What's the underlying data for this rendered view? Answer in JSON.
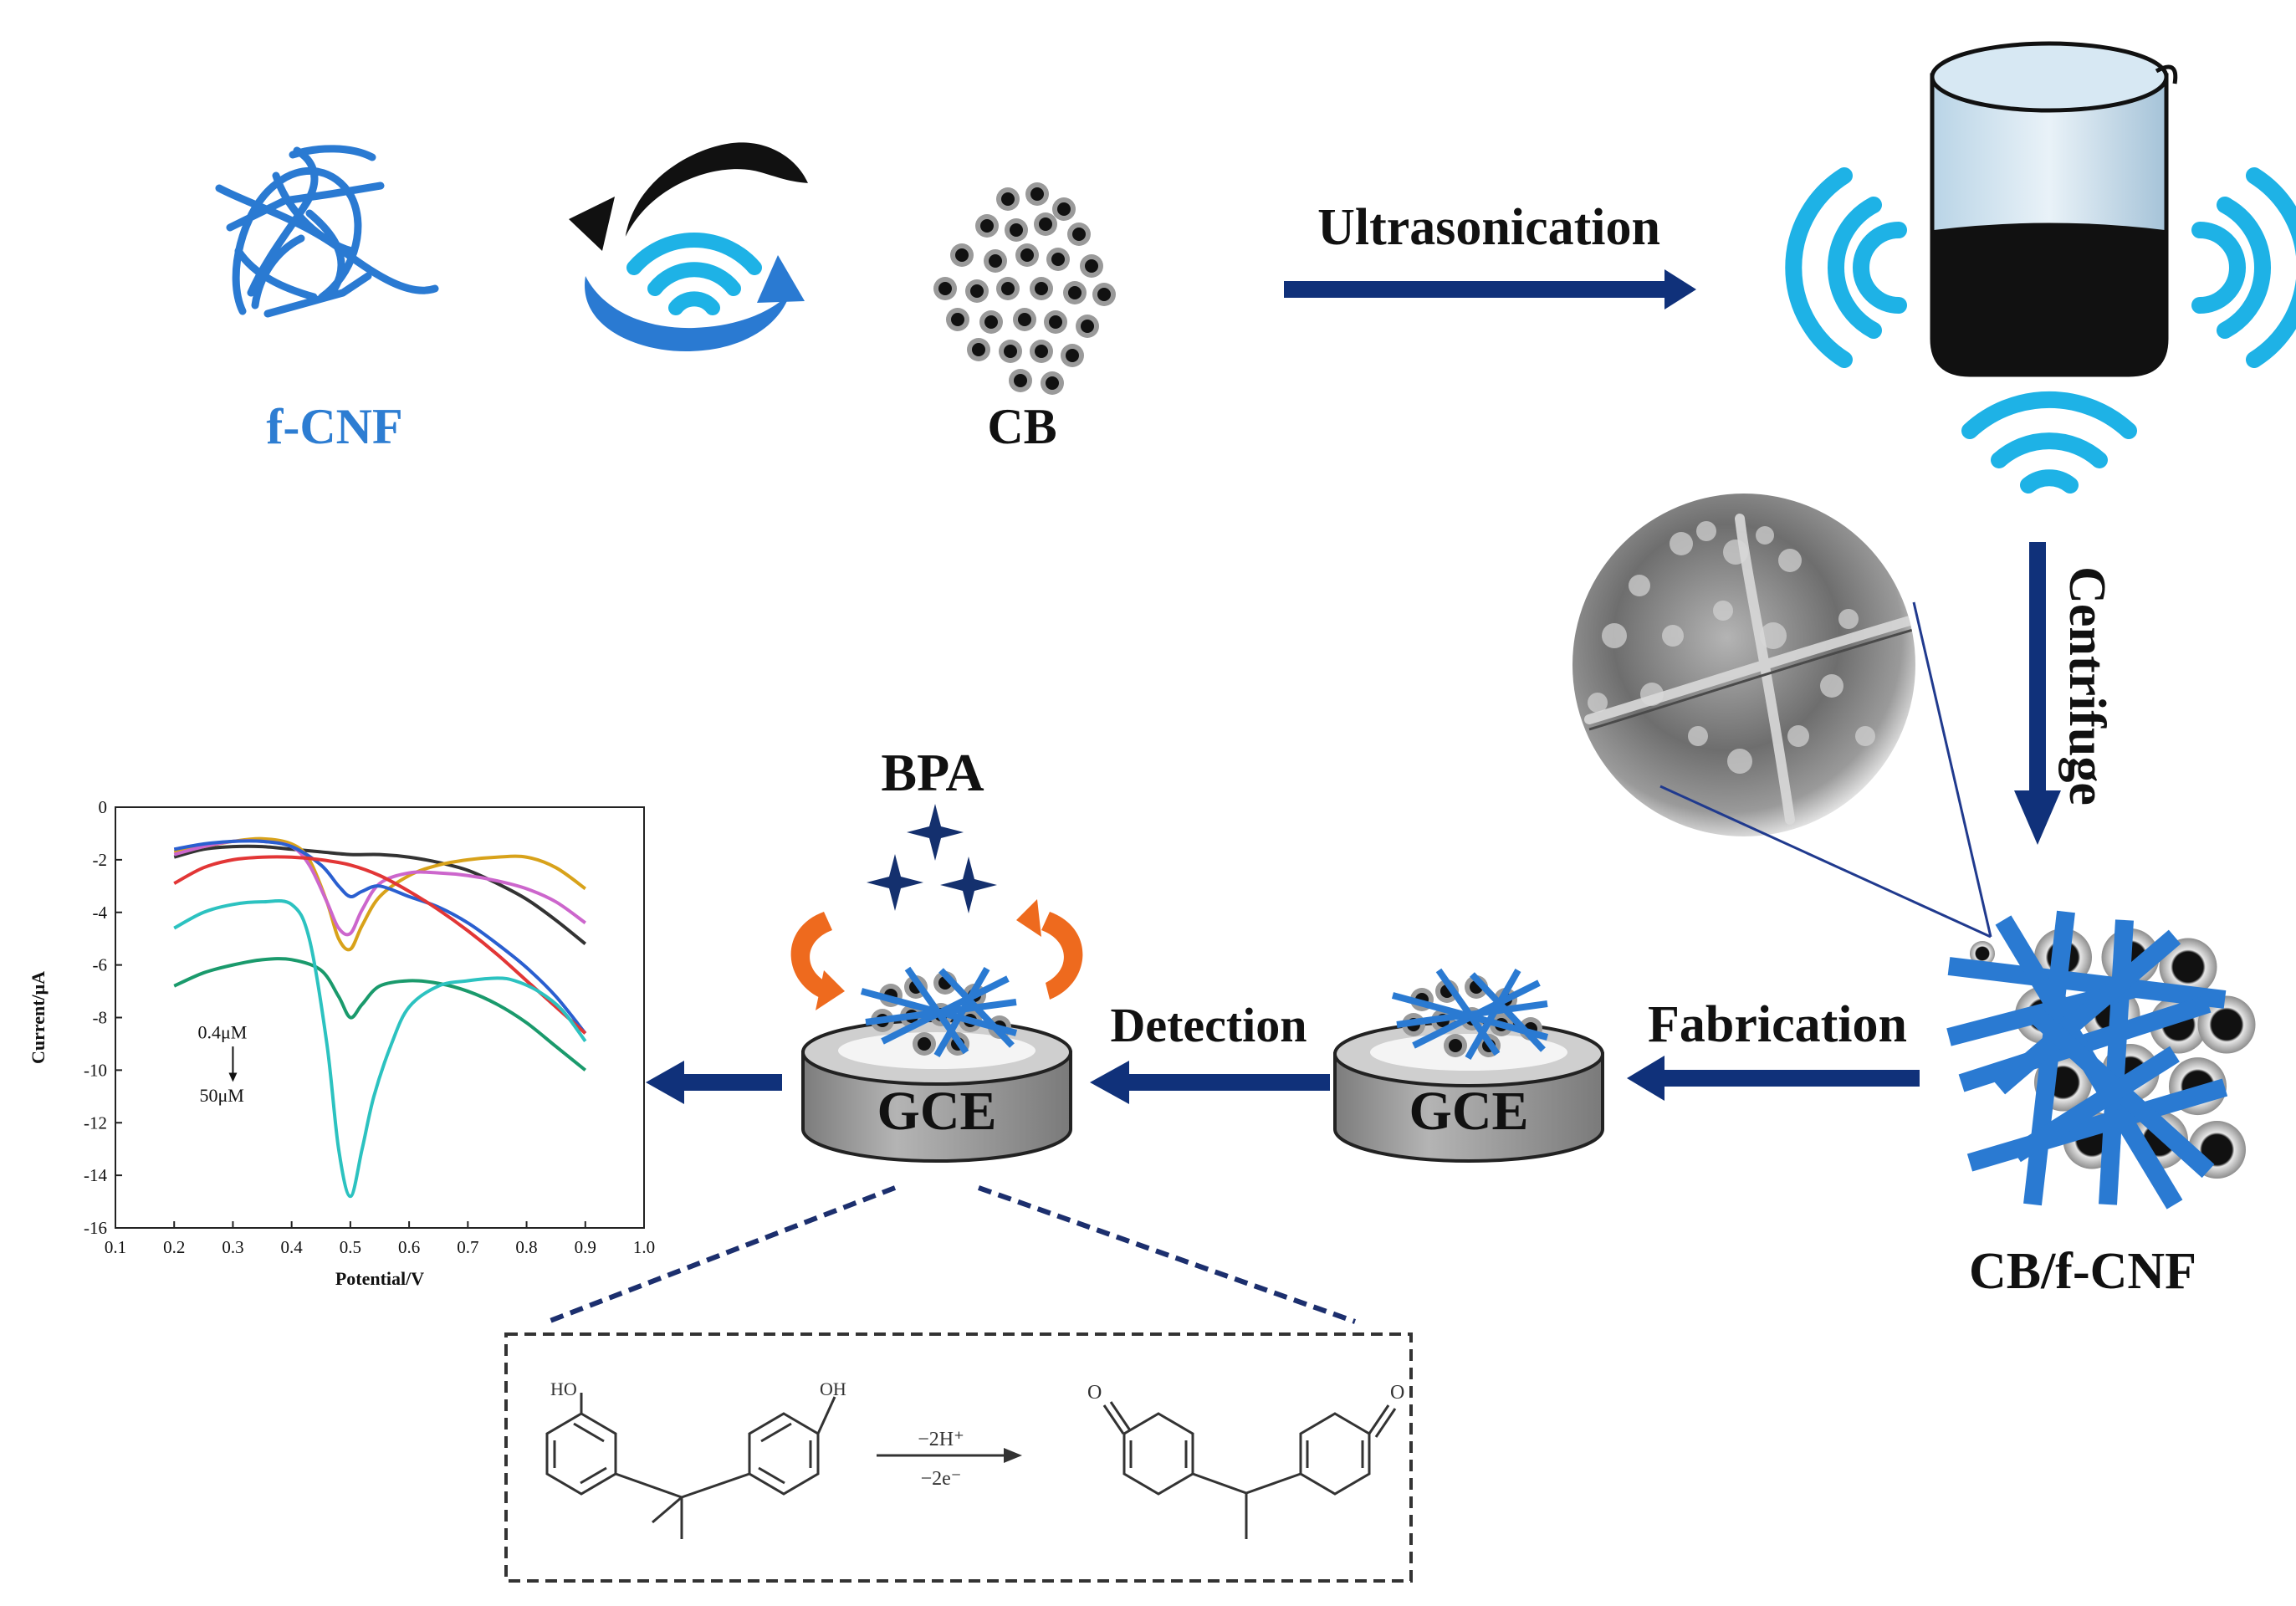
{
  "labels": {
    "fcnf": "f-CNF",
    "cb": "CB",
    "ultrasonication": "Ultrasonication",
    "centrifuge": "Centrifuge",
    "composite": "CB/f-CNF",
    "fabrication": "Fabrication",
    "detection": "Detection",
    "gce": "GCE",
    "bpa": "BPA"
  },
  "reaction": {
    "oh_left": "HO",
    "oh_right": "OH",
    "over_arrow": "−2H⁺",
    "under_arrow": "−2e⁻",
    "ketone": "O"
  },
  "colors": {
    "fiber_blue": "#2a7ad2",
    "label_blue": "#2d7dd2",
    "arrow_navy": "#10317a",
    "wave_cyan": "#1eb2e6",
    "orange": "#ee6a1e",
    "star_navy": "#14306e",
    "gce_gray": "#9b9b9b"
  },
  "chart_data": {
    "type": "line",
    "xlabel": "Potential/V",
    "ylabel": "Current/μA",
    "xlim": [
      0.1,
      1.0
    ],
    "ylim": [
      -16,
      0
    ],
    "xticks": [
      0.1,
      0.2,
      0.3,
      0.4,
      0.5,
      0.6,
      0.7,
      0.8,
      0.9,
      1.0
    ],
    "yticks": [
      0,
      -2,
      -4,
      -6,
      -8,
      -10,
      -12,
      -14,
      -16
    ],
    "annotation_top": "0.4μM",
    "annotation_bottom": "50μM",
    "series": [
      {
        "color": "#333333",
        "x": [
          0.2,
          0.25,
          0.3,
          0.35,
          0.4,
          0.45,
          0.5,
          0.55,
          0.6,
          0.65,
          0.7,
          0.75,
          0.8,
          0.85,
          0.9
        ],
        "y": [
          -1.9,
          -1.6,
          -1.5,
          -1.5,
          -1.6,
          -1.7,
          -1.8,
          -1.8,
          -1.9,
          -2.1,
          -2.4,
          -2.9,
          -3.5,
          -4.3,
          -5.2
        ]
      },
      {
        "color": "#d8a21a",
        "x": [
          0.2,
          0.25,
          0.3,
          0.35,
          0.4,
          0.43,
          0.46,
          0.48,
          0.5,
          0.52,
          0.55,
          0.6,
          0.65,
          0.7,
          0.75,
          0.8,
          0.85,
          0.9
        ],
        "y": [
          -1.7,
          -1.5,
          -1.3,
          -1.2,
          -1.4,
          -2.0,
          -3.6,
          -5.0,
          -5.4,
          -4.5,
          -3.4,
          -2.6,
          -2.2,
          -2.0,
          -1.9,
          -1.9,
          -2.3,
          -3.1
        ]
      },
      {
        "color": "#cc66cc",
        "x": [
          0.2,
          0.25,
          0.3,
          0.35,
          0.4,
          0.43,
          0.46,
          0.48,
          0.5,
          0.52,
          0.55,
          0.6,
          0.65,
          0.7,
          0.75,
          0.8,
          0.85,
          0.9
        ],
        "y": [
          -1.8,
          -1.5,
          -1.3,
          -1.3,
          -1.5,
          -2.2,
          -3.6,
          -4.6,
          -4.8,
          -3.9,
          -2.9,
          -2.5,
          -2.5,
          -2.6,
          -2.8,
          -3.1,
          -3.6,
          -4.4
        ]
      },
      {
        "color": "#2a5fd0",
        "x": [
          0.2,
          0.25,
          0.3,
          0.35,
          0.4,
          0.45,
          0.48,
          0.5,
          0.52,
          0.55,
          0.6,
          0.65,
          0.7,
          0.75,
          0.8,
          0.85,
          0.9
        ],
        "y": [
          -1.6,
          -1.4,
          -1.3,
          -1.3,
          -1.5,
          -2.2,
          -3.0,
          -3.4,
          -3.2,
          -3.0,
          -3.4,
          -3.8,
          -4.4,
          -5.2,
          -6.1,
          -7.2,
          -8.6
        ]
      },
      {
        "color": "#e23636",
        "x": [
          0.2,
          0.25,
          0.3,
          0.35,
          0.4,
          0.45,
          0.5,
          0.55,
          0.6,
          0.65,
          0.7,
          0.75,
          0.8,
          0.85,
          0.9
        ],
        "y": [
          -2.9,
          -2.3,
          -2.0,
          -1.9,
          -1.9,
          -2.0,
          -2.2,
          -2.6,
          -3.2,
          -3.9,
          -4.7,
          -5.6,
          -6.6,
          -7.6,
          -8.6
        ]
      },
      {
        "color": "#1a9a6c",
        "x": [
          0.2,
          0.25,
          0.3,
          0.35,
          0.4,
          0.45,
          0.48,
          0.5,
          0.52,
          0.55,
          0.6,
          0.65,
          0.7,
          0.75,
          0.8,
          0.85,
          0.9
        ],
        "y": [
          -6.8,
          -6.3,
          -6.0,
          -5.8,
          -5.8,
          -6.2,
          -7.2,
          -8.0,
          -7.5,
          -6.8,
          -6.6,
          -6.7,
          -7.0,
          -7.5,
          -8.2,
          -9.1,
          -10.0
        ]
      },
      {
        "color": "#2cc2c0",
        "x": [
          0.2,
          0.25,
          0.3,
          0.35,
          0.4,
          0.43,
          0.46,
          0.48,
          0.5,
          0.52,
          0.54,
          0.57,
          0.6,
          0.65,
          0.7,
          0.75,
          0.78,
          0.82,
          0.86,
          0.9
        ],
        "y": [
          -4.6,
          -4.0,
          -3.7,
          -3.6,
          -3.7,
          -5.0,
          -9.0,
          -13.0,
          -14.8,
          -13.0,
          -11.0,
          -9.0,
          -7.6,
          -6.8,
          -6.6,
          -6.5,
          -6.6,
          -7.0,
          -7.7,
          -8.9
        ]
      }
    ]
  }
}
